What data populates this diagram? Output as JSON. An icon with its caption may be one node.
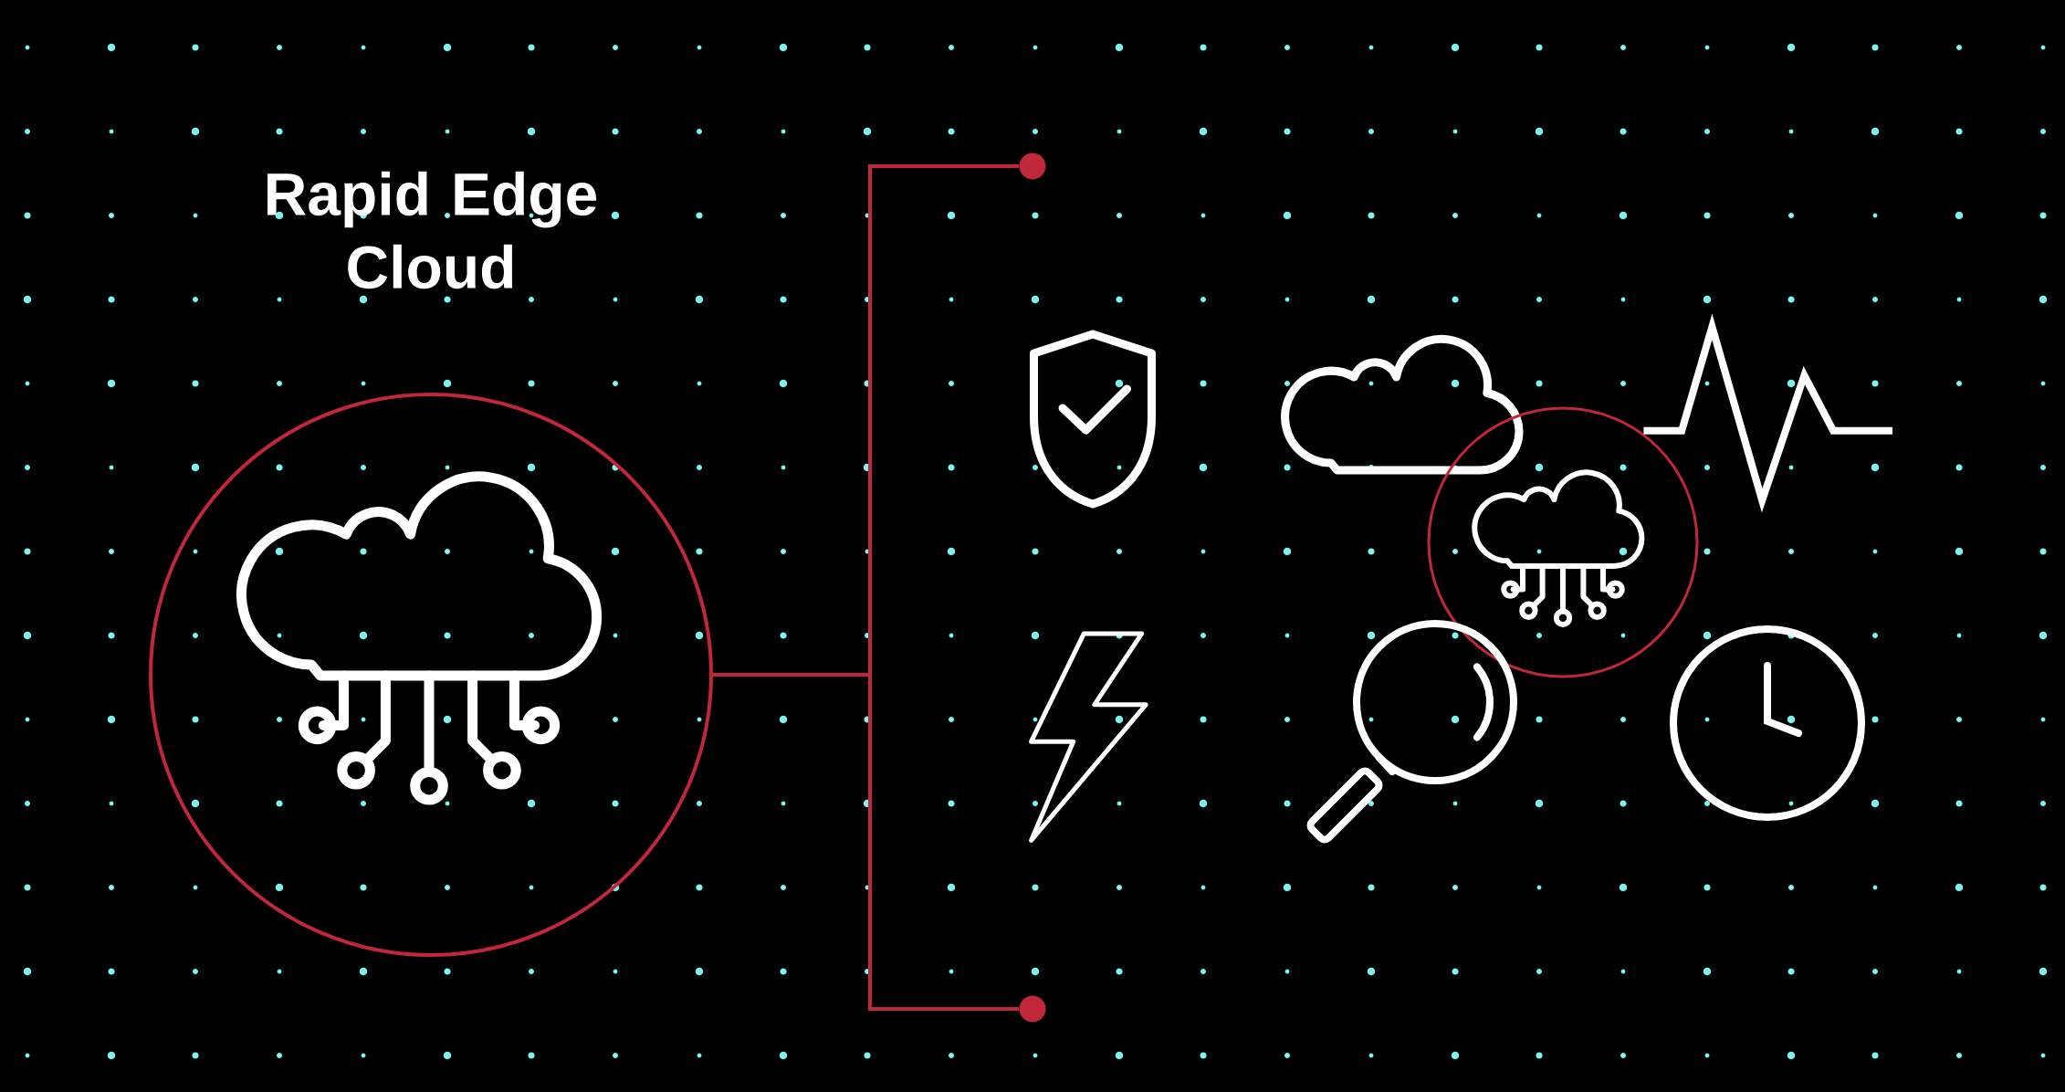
{
  "diagram": {
    "nodes": [
      {
        "text": [
          "Rapid Edge Cloud"
        ]
      },
      {
        "text": [],
        "shape": "circle"
      },
      {
        "text": [],
        "shape": "circle"
      }
    ],
    "edges": [
      {
        "from": 0,
        "to": 1,
        "arrow": "none"
      },
      {
        "from": 0,
        "to": 2,
        "arrow": "none"
      }
    ]
  }
}
